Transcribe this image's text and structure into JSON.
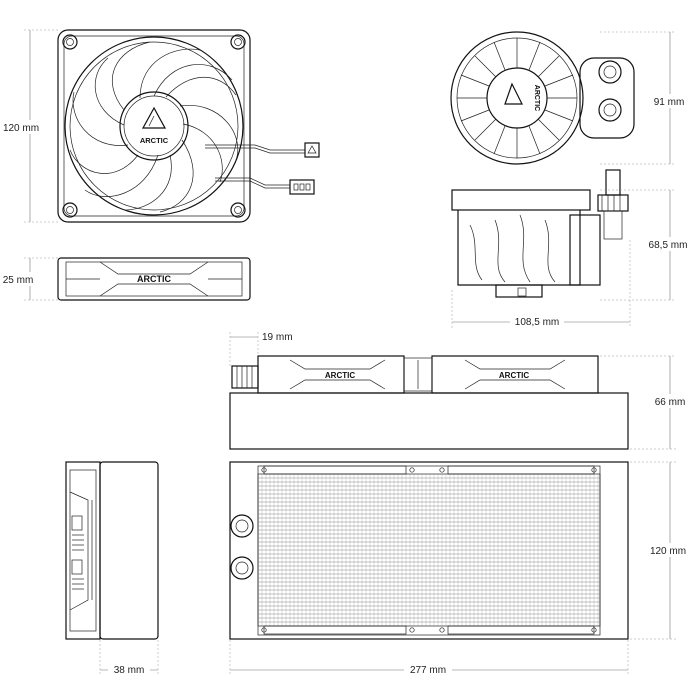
{
  "brand": {
    "logo_text": "ARCTIC"
  },
  "dimensions": {
    "fan_height": "120 mm",
    "fan_thickness": "25 mm",
    "pump_height": "91 mm",
    "pump_depth": "68,5 mm",
    "pump_width": "108,5 mm",
    "fan_offset": "19 mm",
    "radiator_total_thickness": "66 mm",
    "radiator_height": "120 mm",
    "radiator_thickness": "38 mm",
    "radiator_length": "277 mm"
  },
  "colors": {
    "line": "#111111",
    "dimension_line": "#777777",
    "background": "#ffffff"
  }
}
